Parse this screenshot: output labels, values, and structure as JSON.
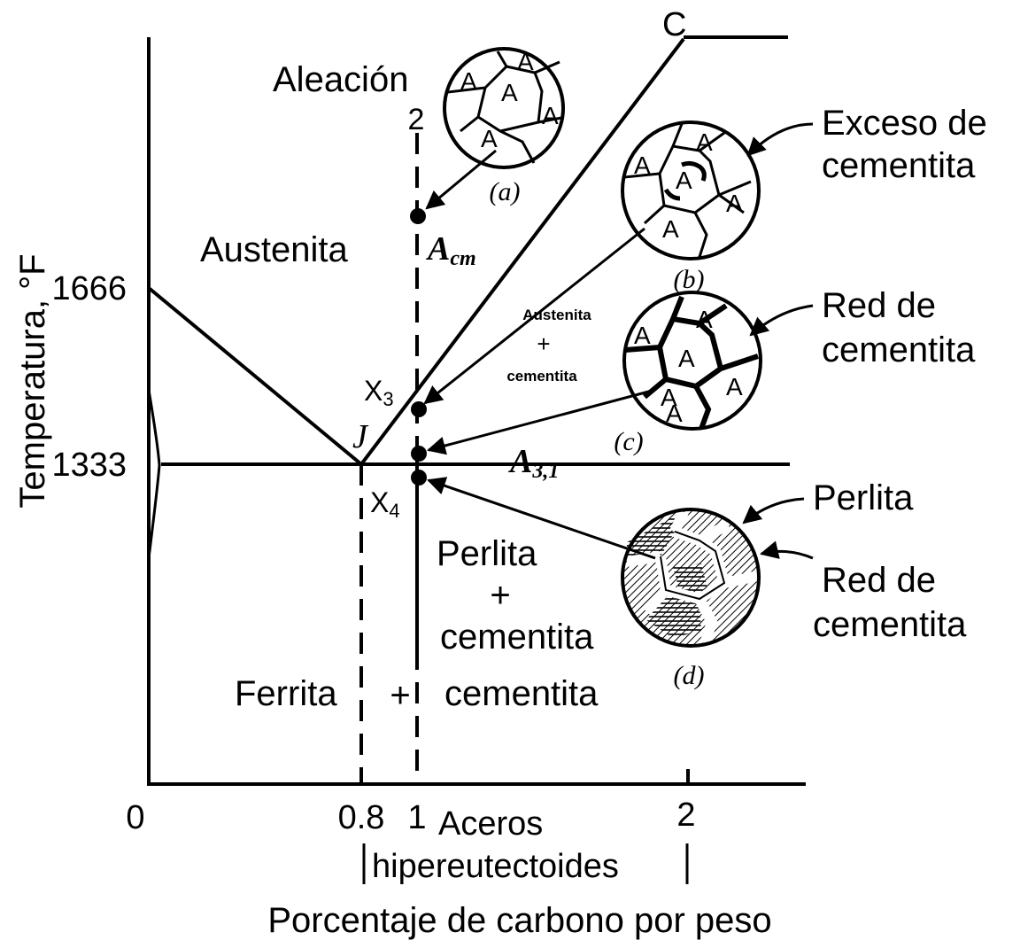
{
  "axis": {
    "y_label": "Temperatura, °F",
    "x_label": "Porcentaje de carbono por peso",
    "y_ticks": [
      "1666",
      "1333"
    ],
    "x_ticks": [
      "0",
      "0.8",
      "1",
      "2"
    ],
    "hyper_note_line1": "Aceros",
    "hyper_note_line2": "hipereutectoides"
  },
  "regions": {
    "austenita": "Austenita",
    "perlita": "Perlita",
    "plus1": "+",
    "cementita1": "cementita",
    "ferrita": "Ferrita",
    "plus2": "+",
    "cementita2": "cementita",
    "aust_cem_1": "Austenita",
    "aust_cem_plus": "+",
    "aust_cem_2": "cementita"
  },
  "points": {
    "C": "C",
    "J": "J",
    "X3": "X",
    "X3_sub": "3",
    "X4": "X",
    "X4_sub": "4",
    "alloy_label": "Aleación",
    "alloy_number": "2"
  },
  "lines": {
    "acm": "A",
    "acm_sub": "cm",
    "a31": "A",
    "a31_sub": "3,1"
  },
  "micro": {
    "a_caption": "(a)",
    "b_caption": "(b)",
    "c_caption": "(c)",
    "d_caption": "(d)",
    "grain_letter": "A",
    "callout_exceso_1": "Exceso de",
    "callout_exceso_2": "cementita",
    "callout_red_c_1": "Red de",
    "callout_red_c_2": "cementita",
    "callout_perlita": "Perlita",
    "callout_red_d_1": "Red de",
    "callout_red_d_2": "cementita"
  }
}
